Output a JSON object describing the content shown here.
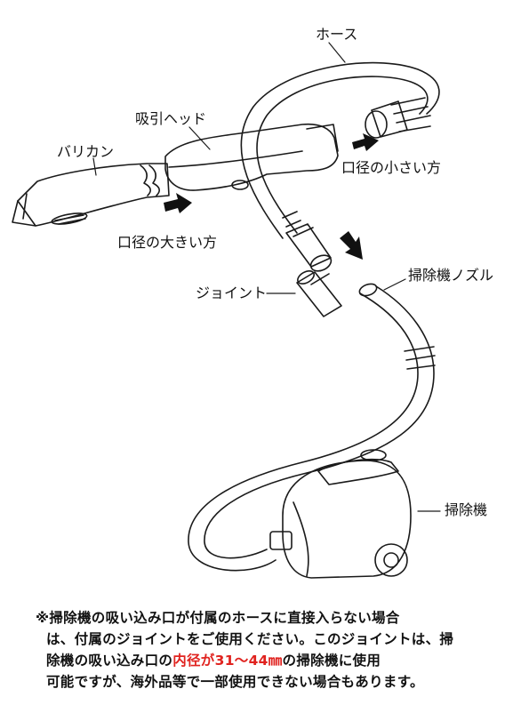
{
  "labels": {
    "hose": "ホース",
    "suction_head": "吸引ヘッド",
    "clipper": "バリカン",
    "small_opening": "口径の小さい方",
    "large_opening": "口径の大きい方",
    "joint": "ジョイント",
    "nozzle": "掃除機ノズル",
    "vacuum": "掃除機"
  },
  "note": {
    "line1": "※掃除機の吸い込み口が付属のホースに直接入らない場合",
    "line2": "は、付属のジョイントをご使用ください。このジョイントは、掃",
    "line3_pre": "除機の吸い込み口の",
    "line3_highlight": "内径が31～44㎜",
    "line3_post": "の掃除機に使用",
    "line4": "可能ですが、海外品等で一部使用できない場合もあります。"
  },
  "colors": {
    "line": "#1a1a1a",
    "highlight": "#e0231f"
  }
}
